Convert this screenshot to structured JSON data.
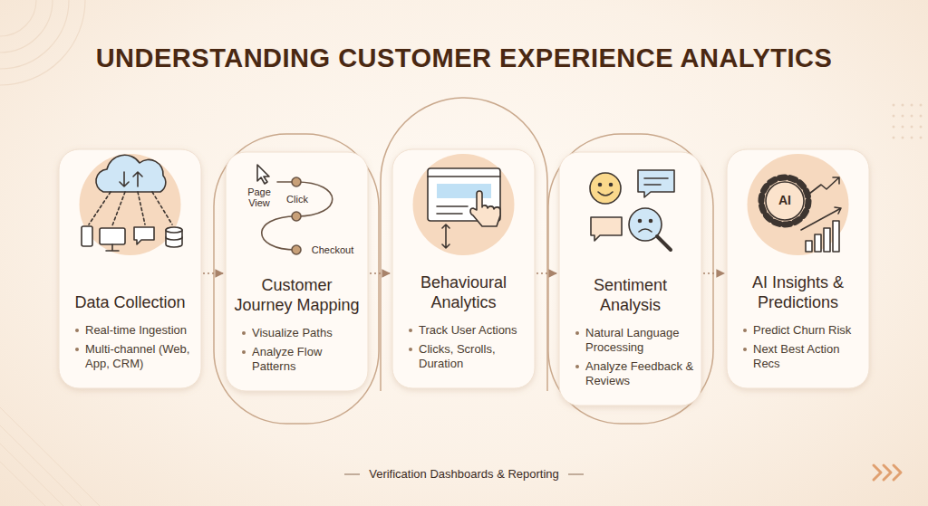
{
  "diagram": {
    "title": "UNDERSTANDING CUSTOMER EXPERIENCE ANALYTICS",
    "caption": "Verification Dashboards & Reporting",
    "nodes": [
      {
        "text": [
          "Data Collection",
          "Real-time Ingestion",
          "Multi-channel (Web, App, CRM)"
        ]
      },
      {
        "text": [
          "Customer Journey Mapping",
          "Visualize Paths",
          "Analyze Flow Patterns"
        ]
      },
      {
        "text": [
          "Behavioural Analytics",
          "Track User Actions",
          "Clicks, Scrolls, Duration"
        ]
      },
      {
        "text": [
          "Sentiment Analysis",
          "Natural Language Processing",
          "Analyze Feedback & Reviews"
        ]
      },
      {
        "text": [
          "AI Insights & Predictions",
          "Predict Churn Risk",
          "Next Best Action Recs"
        ]
      }
    ],
    "edges": [
      {
        "from": 0,
        "to": 1,
        "arrow": "to"
      },
      {
        "from": 1,
        "to": 2,
        "arrow": "to"
      },
      {
        "from": 2,
        "to": 3,
        "arrow": "to"
      },
      {
        "from": 3,
        "to": 4,
        "arrow": "to"
      }
    ],
    "labels": [
      "Page View",
      "Click",
      "Checkout",
      "AI"
    ]
  }
}
